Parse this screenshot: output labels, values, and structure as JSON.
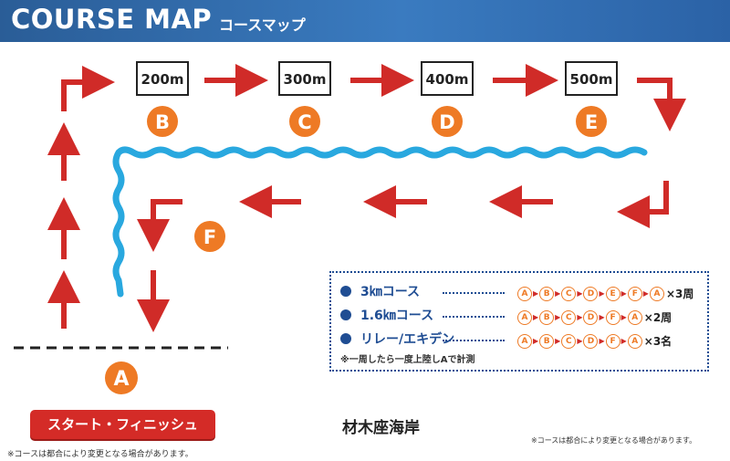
{
  "header": {
    "title": "COURSE MAP",
    "subtitle": "コースマップ"
  },
  "distances": [
    "200m",
    "300m",
    "400m",
    "500m"
  ],
  "points": [
    "A",
    "B",
    "C",
    "D",
    "E",
    "F"
  ],
  "legend": {
    "rows": [
      {
        "label": "3㎞コース",
        "sequence": [
          "A",
          "B",
          "C",
          "D",
          "E",
          "F",
          "A"
        ],
        "suffix": "×3周"
      },
      {
        "label": "1.6㎞コース",
        "sequence": [
          "A",
          "B",
          "C",
          "D",
          "F",
          "A"
        ],
        "suffix": "×2周"
      },
      {
        "label": "リレー/エキデン",
        "sequence": [
          "A",
          "B",
          "C",
          "D",
          "F",
          "A"
        ],
        "suffix": "×3名"
      }
    ],
    "note": "※一周したら一度上陸しAで計測"
  },
  "start_finish": "スタート・フィニッシュ",
  "place": "材木座海岸",
  "note_left": "※コースは都合により変更となる場合があります。",
  "note_right": "※コースは都合により変更となる場合があります。",
  "colors": {
    "header": "#2f6aad",
    "arrow": "#d02b28",
    "marker": "#ee7a25",
    "shoreline": "#29a8df",
    "legend": "#1f4d93"
  }
}
